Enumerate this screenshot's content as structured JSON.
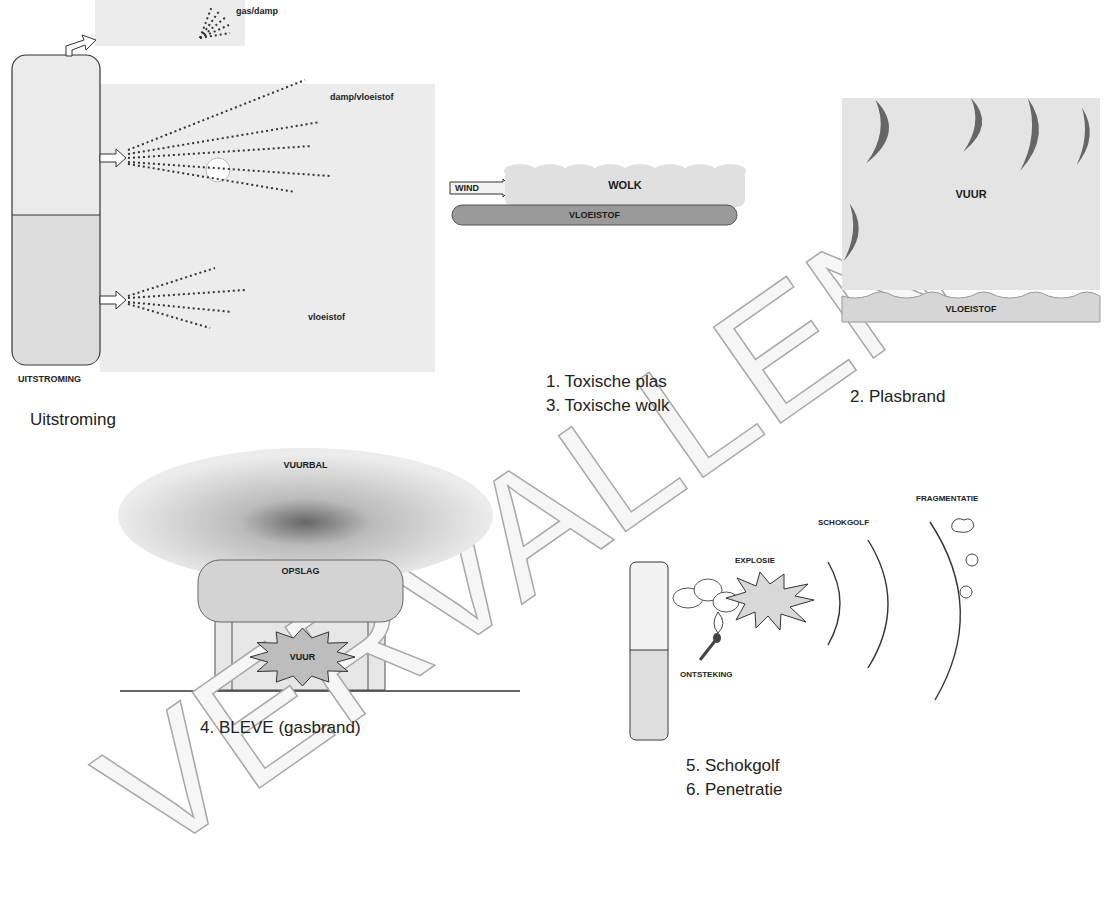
{
  "diagram": {
    "nodes": [
      {
        "text": [
          "WIND"
        ]
      },
      {
        "text": [
          "WOLK"
        ]
      },
      {
        "text": [
          "VLOEISTOF"
        ]
      },
      {
        "text": [
          "VUUR"
        ]
      },
      {
        "text": [
          "VLOEISTOF"
        ]
      },
      {
        "text": [
          "VUURBAL"
        ]
      },
      {
        "text": [
          "OPSLAG"
        ]
      },
      {
        "text": [
          "VUUR"
        ]
      }
    ],
    "labels": [
      "gas/damp",
      "damp/vloeistof",
      "vloeistof",
      "UITSTROMING",
      "Uitstroming",
      "1. Toxische plas",
      "3. Toxische wolk",
      "2. Plasbrand",
      "4. BLEVE (gasbrand)",
      "EXPLOSIE",
      "SCHOKGOLF",
      "FRAGMENTATIE",
      "ONTSTEKING",
      "5. Schokgolf",
      "6. Penetratie",
      "VERVALLEN"
    ]
  }
}
